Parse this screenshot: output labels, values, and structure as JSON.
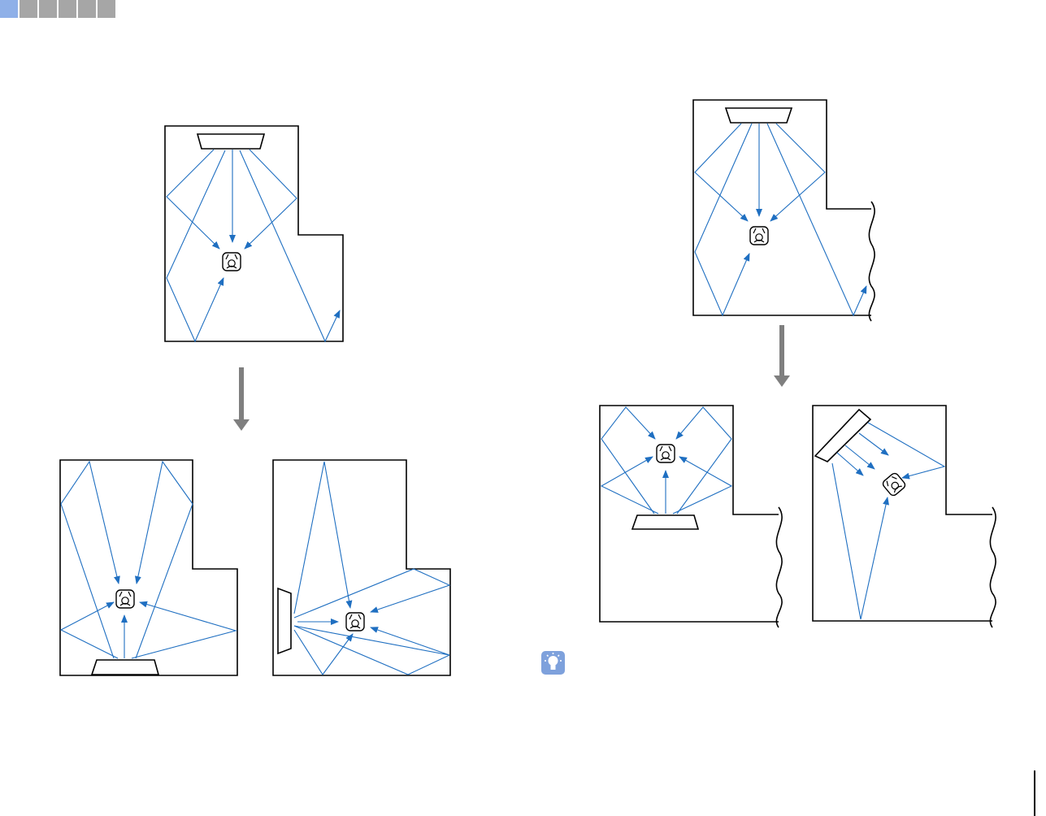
{
  "colors": {
    "room": "#000000",
    "ray": "#1f6fc1",
    "flow_arrow": "#7f7f7f",
    "tab_active": "#8fb0e8",
    "tab_inactive": "#a6a6a6",
    "tip_icon": "#7ea1dc"
  },
  "header": {
    "tabs": [
      {
        "state": "active"
      },
      {
        "state": "inactive"
      },
      {
        "state": "inactive"
      },
      {
        "state": "inactive"
      },
      {
        "state": "inactive"
      },
      {
        "state": "inactive"
      }
    ]
  },
  "diagram": {
    "left_group": {
      "before": {
        "speaker": "top-center",
        "listener": "center"
      },
      "after": [
        {
          "speaker": "bottom-center",
          "listener": "center"
        },
        {
          "speaker": "left-wall",
          "listener": "center-right"
        }
      ]
    },
    "right_group": {
      "before": {
        "speaker": "top-center",
        "listener": "center",
        "open_side": "right"
      },
      "after": [
        {
          "speaker": "bottom-center",
          "listener": "top-center",
          "open_side": "right"
        },
        {
          "speaker": "top-left-corner",
          "listener": "center",
          "open_side": "right"
        }
      ]
    }
  },
  "icons": {
    "flow_arrow": "down-arrow-icon",
    "listener": "listener-icon",
    "tip": "lightbulb-icon"
  }
}
